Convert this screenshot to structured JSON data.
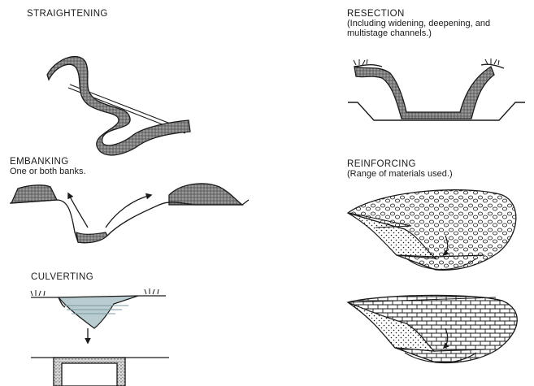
{
  "panels": {
    "straightening": {
      "title": "STRAIGHTENING"
    },
    "resection": {
      "title": "RESECTION",
      "subtitle_lines": [
        "(Including widening, deepening, and",
        "multistage channels.)"
      ]
    },
    "embanking": {
      "title": "EMBANKING",
      "subtitle": "One or both banks."
    },
    "reinforcing": {
      "title": "REINFORCING",
      "subtitle": "(Range of materials used.)"
    },
    "culverting": {
      "title": "CULVERTING"
    }
  },
  "colors": {
    "ink": "#1a1a1a",
    "fill_gray": "#8c8c8c",
    "water": "#b9ccd0"
  }
}
